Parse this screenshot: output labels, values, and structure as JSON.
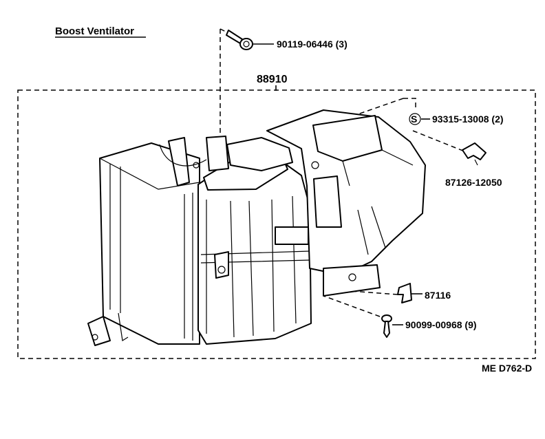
{
  "diagram": {
    "title": "Boost Ventilator",
    "assembly_part": "88910",
    "drawing_code": "ME D762-D",
    "symbol_s": "S",
    "callouts": [
      {
        "id": "bolt",
        "label": "90119-06446 (3)"
      },
      {
        "id": "screw-s",
        "label": "93315-13008 (2)"
      },
      {
        "id": "clip-top",
        "label": "87126-12050"
      },
      {
        "id": "clip",
        "label": "87116"
      },
      {
        "id": "screw",
        "label": "90099-00968 (9)"
      }
    ]
  }
}
